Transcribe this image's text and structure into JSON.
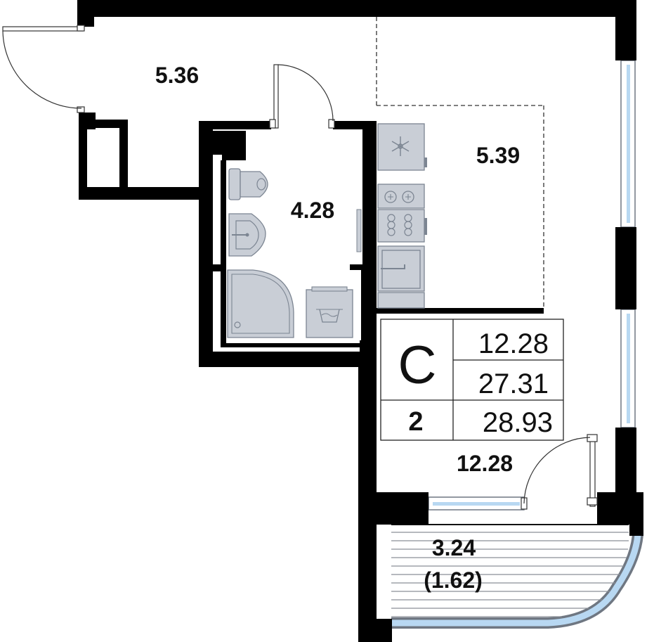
{
  "rooms": {
    "hall": {
      "area": "5.36"
    },
    "bathroom": {
      "area": "4.28"
    },
    "kitchen": {
      "area": "5.39"
    },
    "living": {
      "area": "12.28"
    },
    "balcony": {
      "area": "3.24",
      "reduced_area": "(1.62)"
    }
  },
  "summary": {
    "type_letter": "С",
    "rooms_count": "2",
    "living_area": "12.28",
    "total_area": "27.31",
    "total_with_balcony": "28.93"
  },
  "colors": {
    "wall": "#000000",
    "fixture": "#c9ced6",
    "fixture_stroke": "#7c8592",
    "glass": "#b8d8f2",
    "frame": "#6f7782"
  }
}
